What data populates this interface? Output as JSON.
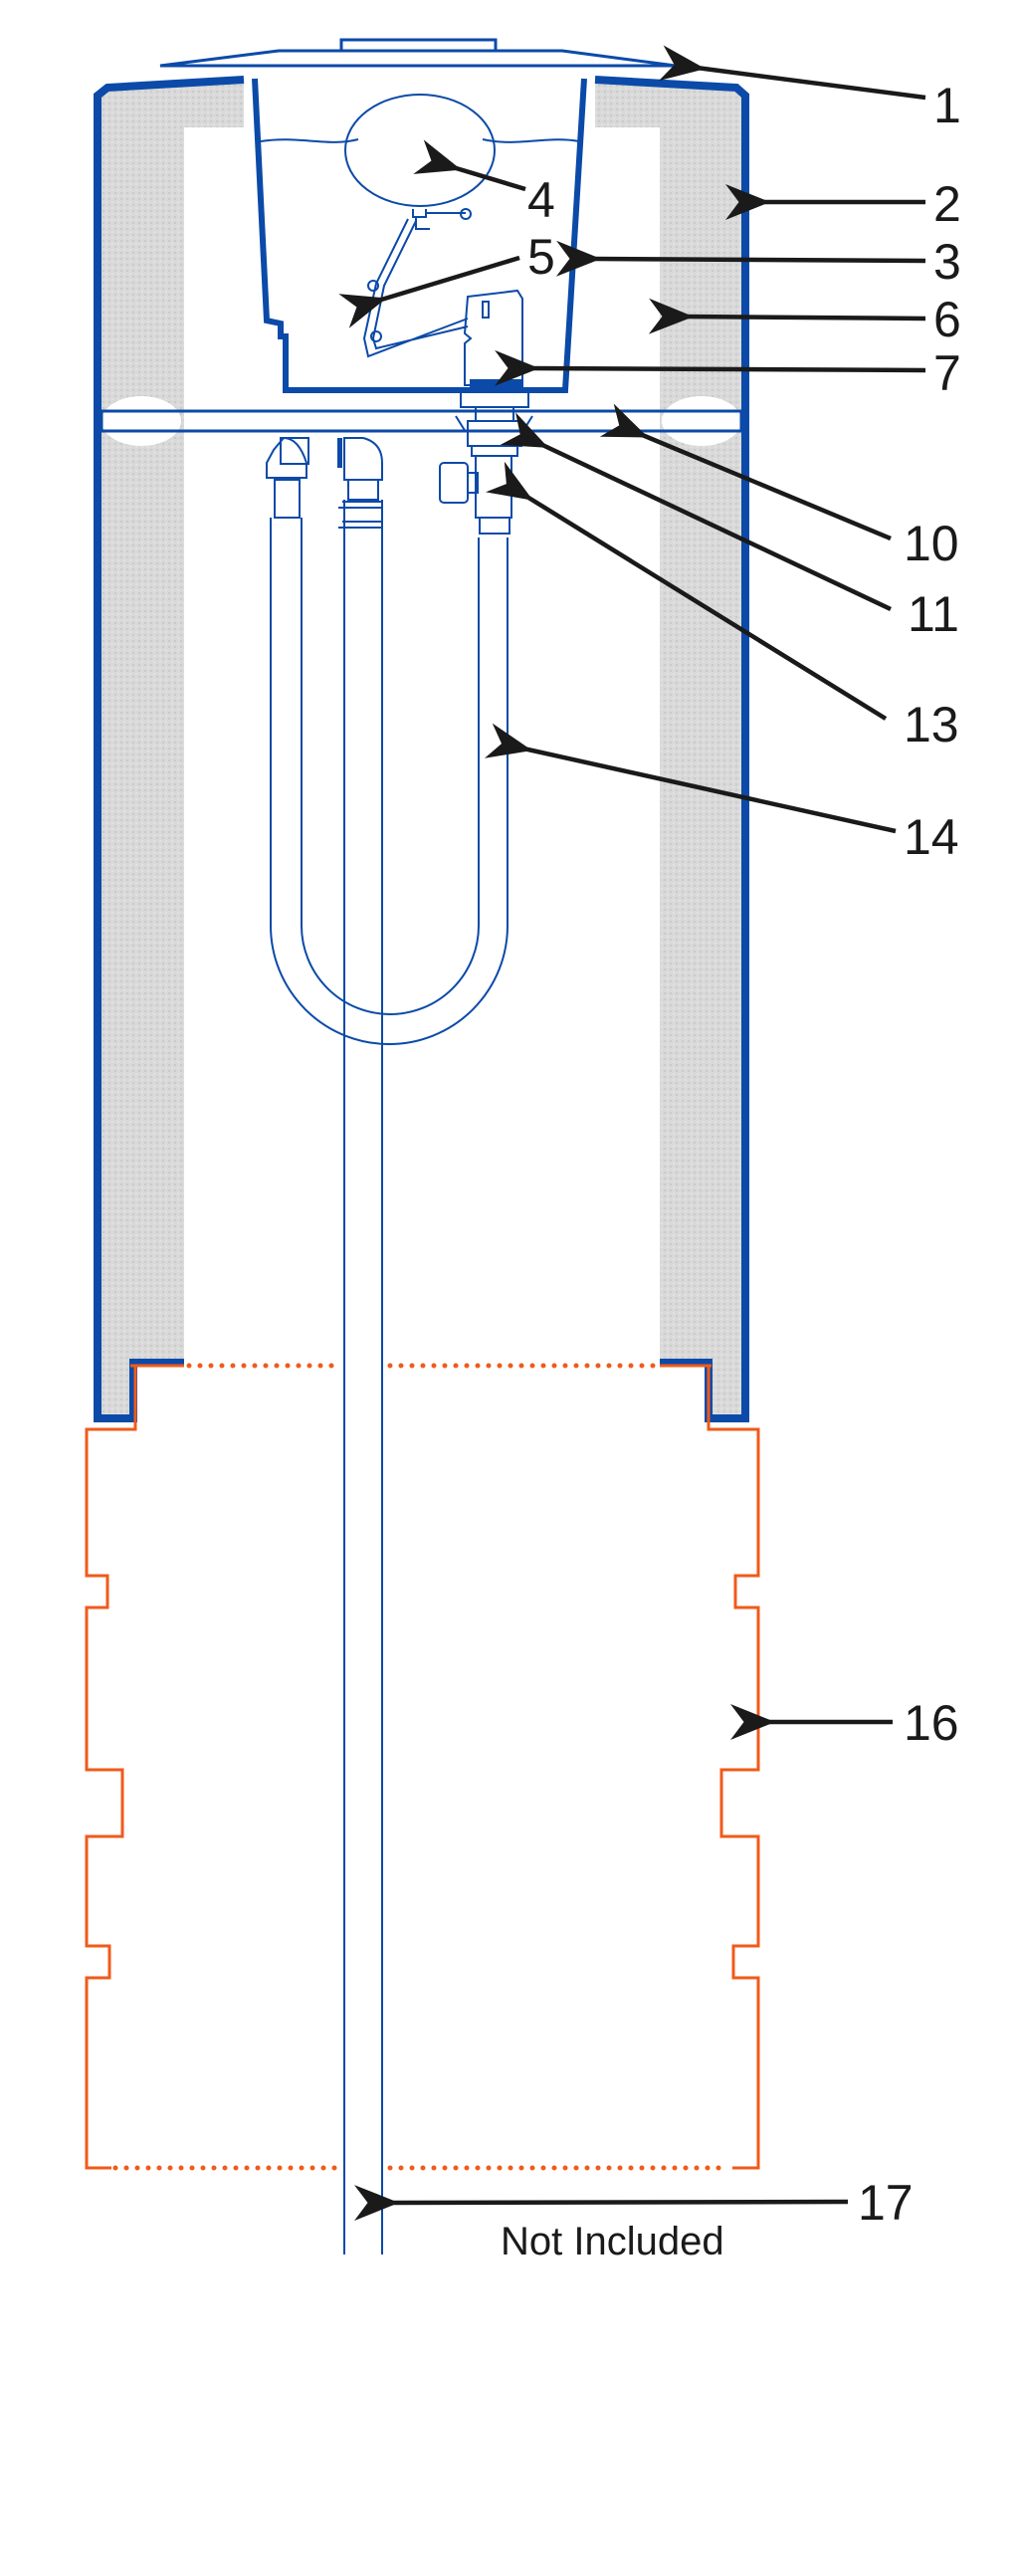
{
  "colors": {
    "shell": "#0b4aa8",
    "stand": "#f05a1a",
    "insulation": "#d9d9d9",
    "shelf": "#cfcfcf",
    "arrow": "#1a1a1a"
  },
  "labels": [
    {
      "id": "1",
      "text": "1"
    },
    {
      "id": "2",
      "text": "2"
    },
    {
      "id": "3",
      "text": "3"
    },
    {
      "id": "4",
      "text": "4"
    },
    {
      "id": "5",
      "text": "5"
    },
    {
      "id": "6",
      "text": "6"
    },
    {
      "id": "7",
      "text": "7"
    },
    {
      "id": "10",
      "text": "10"
    },
    {
      "id": "11",
      "text": "11"
    },
    {
      "id": "13",
      "text": "13"
    },
    {
      "id": "14",
      "text": "14"
    },
    {
      "id": "16",
      "text": "16"
    },
    {
      "id": "17",
      "text": "17"
    }
  ],
  "note": "Not Included"
}
